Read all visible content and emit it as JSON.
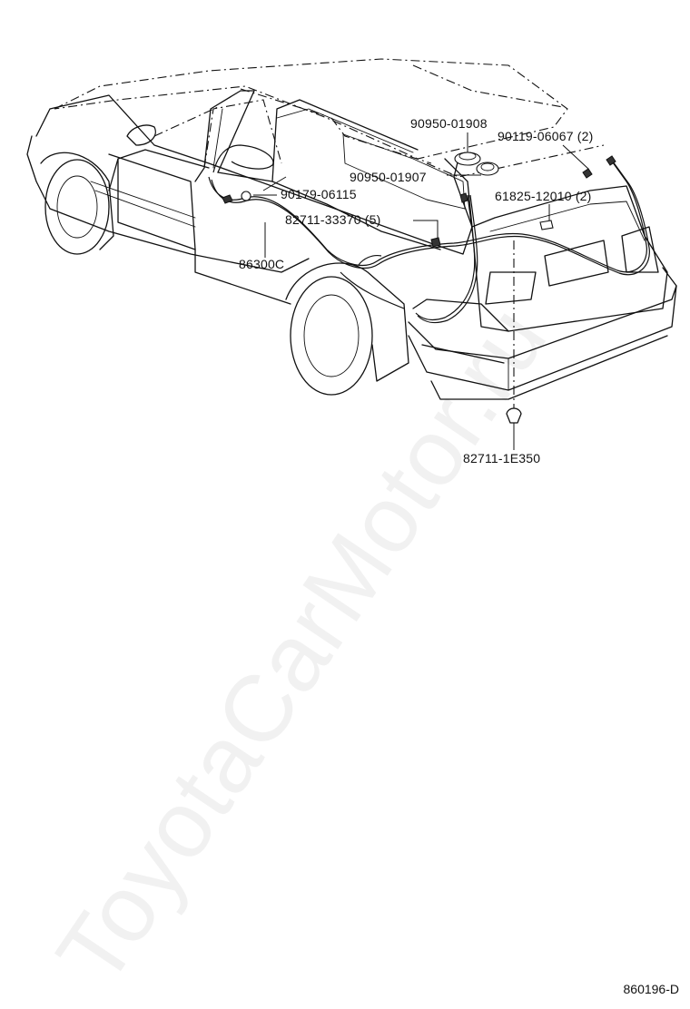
{
  "watermark": "ToyotaCarMotor.ru",
  "diagram_code": "860196-D",
  "part_labels": [
    "90950-01908",
    "90119-06067 (2)",
    "90950-01907",
    "90179-06115",
    "61825-12010 (2)",
    "82711-33370 (5)",
    "86300C",
    "82711-1E350"
  ]
}
